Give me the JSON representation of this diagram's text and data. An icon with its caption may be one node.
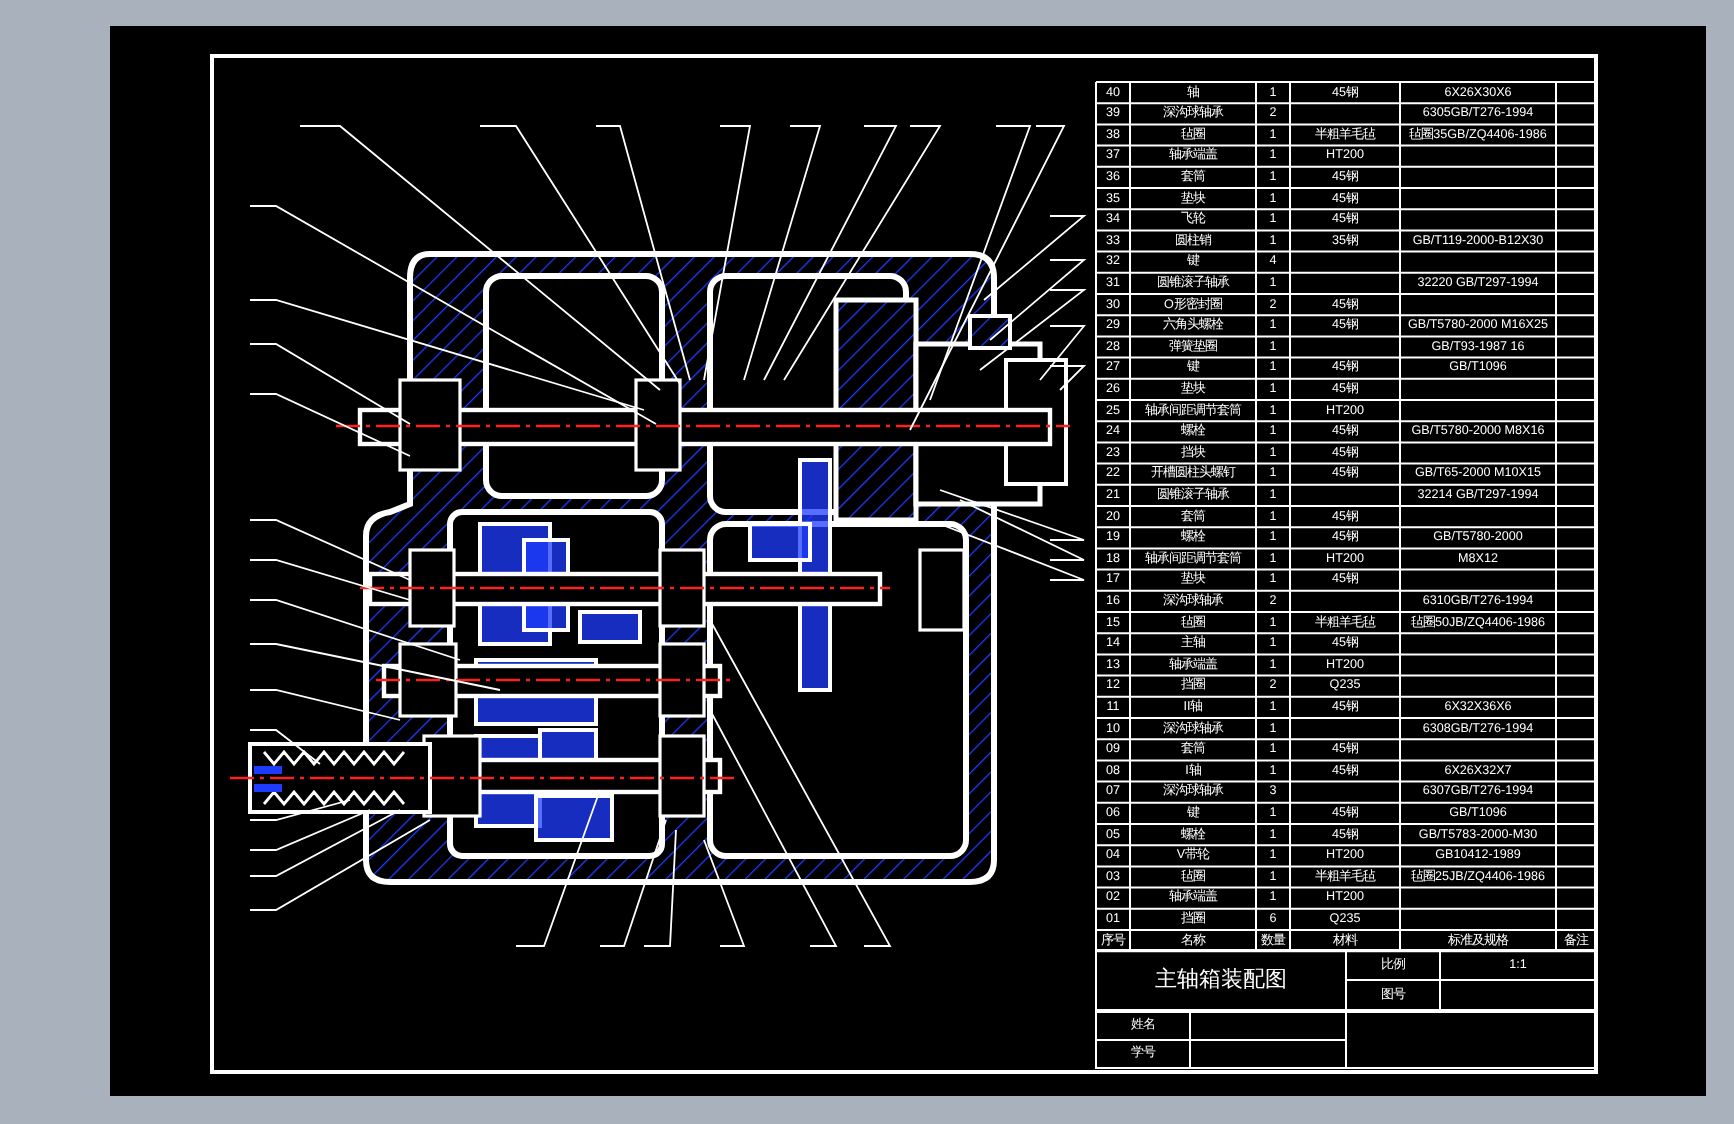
{
  "diagram": {
    "labels": [
      "40",
      "轴",
      "1",
      "45钢",
      "6X26X30X6",
      "39",
      "深沟球轴承",
      "2",
      "6305GB/T276-1994",
      "38",
      "毡圈",
      "1",
      "半粗羊毛毡",
      "毡圈35GB/ZQ4406-1986",
      "37",
      "轴承端盖",
      "1",
      "HT200",
      "36",
      "套筒",
      "1",
      "45钢",
      "35",
      "垫块",
      "1",
      "45钢",
      "34",
      "飞轮",
      "1",
      "45钢",
      "33",
      "圆柱销",
      "1",
      "35钢",
      "GB/T119-2000-B12X30",
      "32",
      "键",
      "4",
      "31",
      "圆锥滚子轴承",
      "1",
      "32220 GB/T297-1994",
      "30",
      "O形密封圈",
      "2",
      "45钢",
      "29",
      "六角头螺栓",
      "1",
      "45钢",
      "GB/T5780-2000 M16X25",
      "28",
      "弹簧垫圈",
      "1",
      "GB/T93-1987 16",
      "27",
      "键",
      "1",
      "45钢",
      "GB/T1096",
      "26",
      "垫块",
      "1",
      "45钢",
      "25",
      "轴承间距调节套筒",
      "1",
      "HT200",
      "24",
      "螺栓",
      "1",
      "45钢",
      "GB/T5780-2000 M8X16",
      "23",
      "挡块",
      "1",
      "45钢",
      "22",
      "开槽圆柱头螺钉",
      "1",
      "45钢",
      "GB/T65-2000 M10X15",
      "21",
      "圆锥滚子轴承",
      "1",
      "32214 GB/T297-1994",
      "20",
      "套筒",
      "1",
      "45钢",
      "19",
      "螺栓",
      "1",
      "45钢",
      "GB/T5780-2000",
      "18",
      "轴承间距调节套筒",
      "1",
      "HT200",
      "M8X12",
      "17",
      "垫块",
      "1",
      "45钢",
      "16",
      "深沟球轴承",
      "2",
      "6310GB/T276-1994",
      "15",
      "毡圈",
      "1",
      "半粗羊毛毡",
      "毡圈50JB/ZQ4406-1986",
      "14",
      "主轴",
      "1",
      "45钢",
      "13",
      "轴承端盖",
      "1",
      "HT200",
      "12",
      "挡圈",
      "2",
      "Q235",
      "11",
      "II轴",
      "1",
      "45钢",
      "6X32X36X6",
      "10",
      "深沟球轴承",
      "1",
      "6308GB/T276-1994",
      "09",
      "套筒",
      "1",
      "45钢",
      "08",
      "I轴",
      "1",
      "45钢",
      "6X26X32X7",
      "07",
      "深沟球轴承",
      "3",
      "6307GB/T276-1994",
      "06",
      "键",
      "1",
      "45钢",
      "GB/T1096",
      "05",
      "螺栓",
      "1",
      "45钢",
      "GB/T5783-2000-M30",
      "04",
      "V带轮",
      "1",
      "HT200",
      "GB10412-1989",
      "03",
      "毡圈",
      "1",
      "半粗羊毛毡",
      "毡圈25JB/ZQ4406-1986",
      "02",
      "轴承端盖",
      "1",
      "HT200",
      "01",
      "挡圈",
      "6",
      "Q235",
      "序号",
      "名称",
      "数量",
      "材料",
      "标准及规格",
      "备注",
      "主轴箱装配图",
      "比例",
      "1:1",
      "图号",
      "姓名",
      "学号"
    ]
  }
}
